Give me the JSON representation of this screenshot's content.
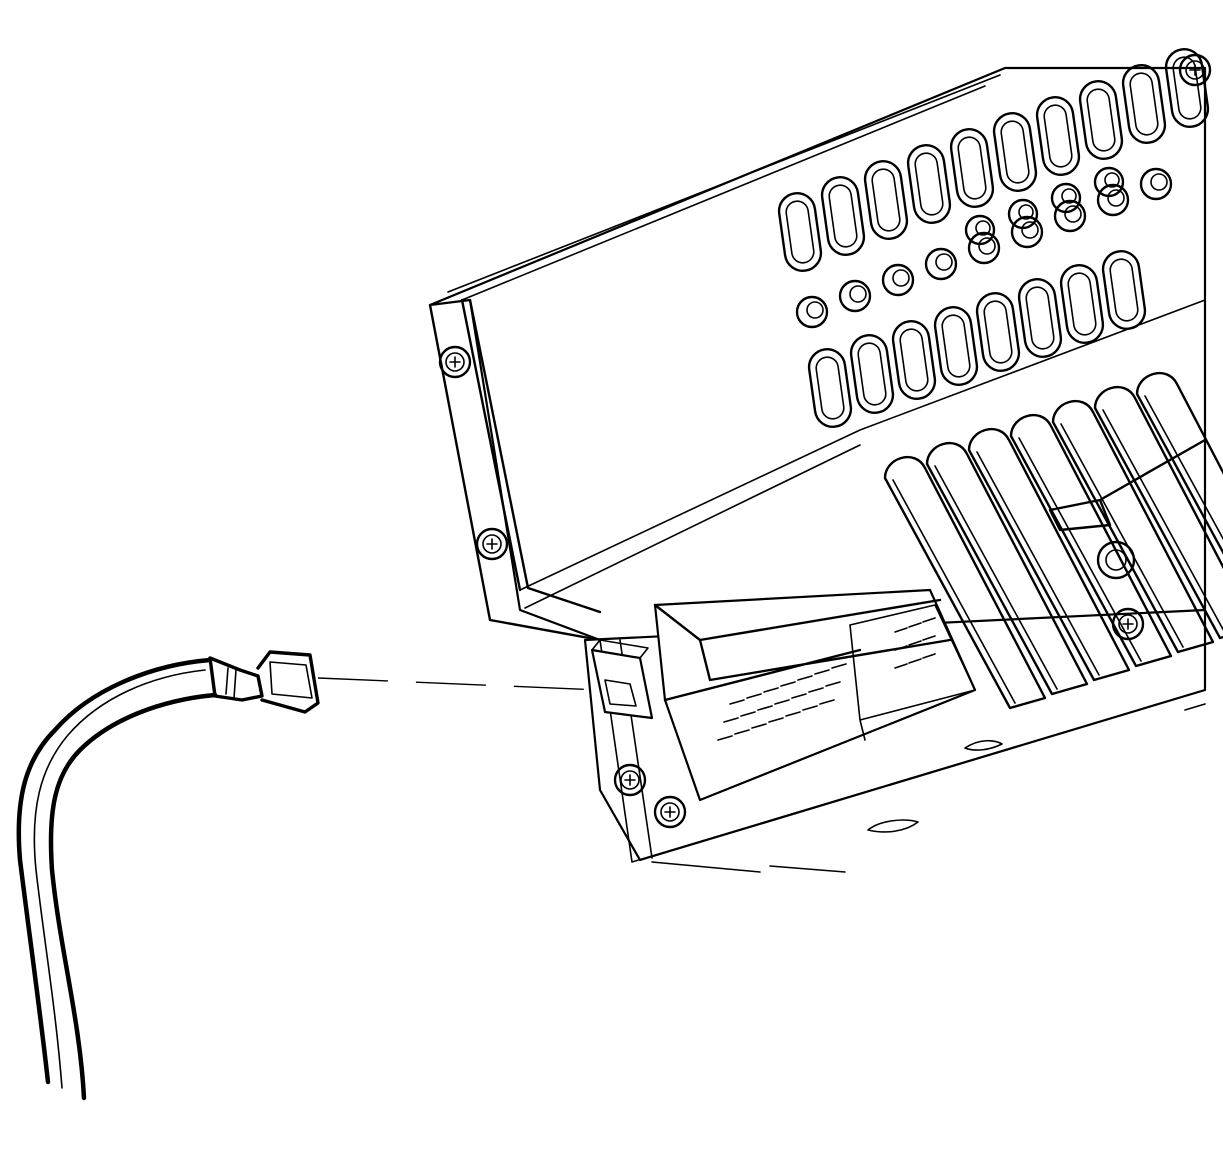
{
  "figure": {
    "colors": {
      "line": "#000000",
      "background": "#ffffff"
    },
    "parts": [
      {
        "id": "radio-chassis",
        "icon": "radio-housing-icon"
      },
      {
        "id": "ground-terminal-tab",
        "icon": "spade-tab-icon"
      },
      {
        "id": "wire-harness",
        "icon": "wire-icon"
      },
      {
        "id": "female-spade-connector",
        "icon": "connector-icon"
      },
      {
        "id": "wiring-connectors",
        "icon": "multi-pin-connector-icon"
      },
      {
        "id": "mounting-screws",
        "icon": "screw-icon"
      },
      {
        "id": "alignment-leader",
        "icon": "dashed-leader-icon"
      }
    ],
    "vent_slots": {
      "top_row_count": 10,
      "bottom_row_count": 8
    },
    "cooling_fins": {
      "count": 7
    }
  }
}
